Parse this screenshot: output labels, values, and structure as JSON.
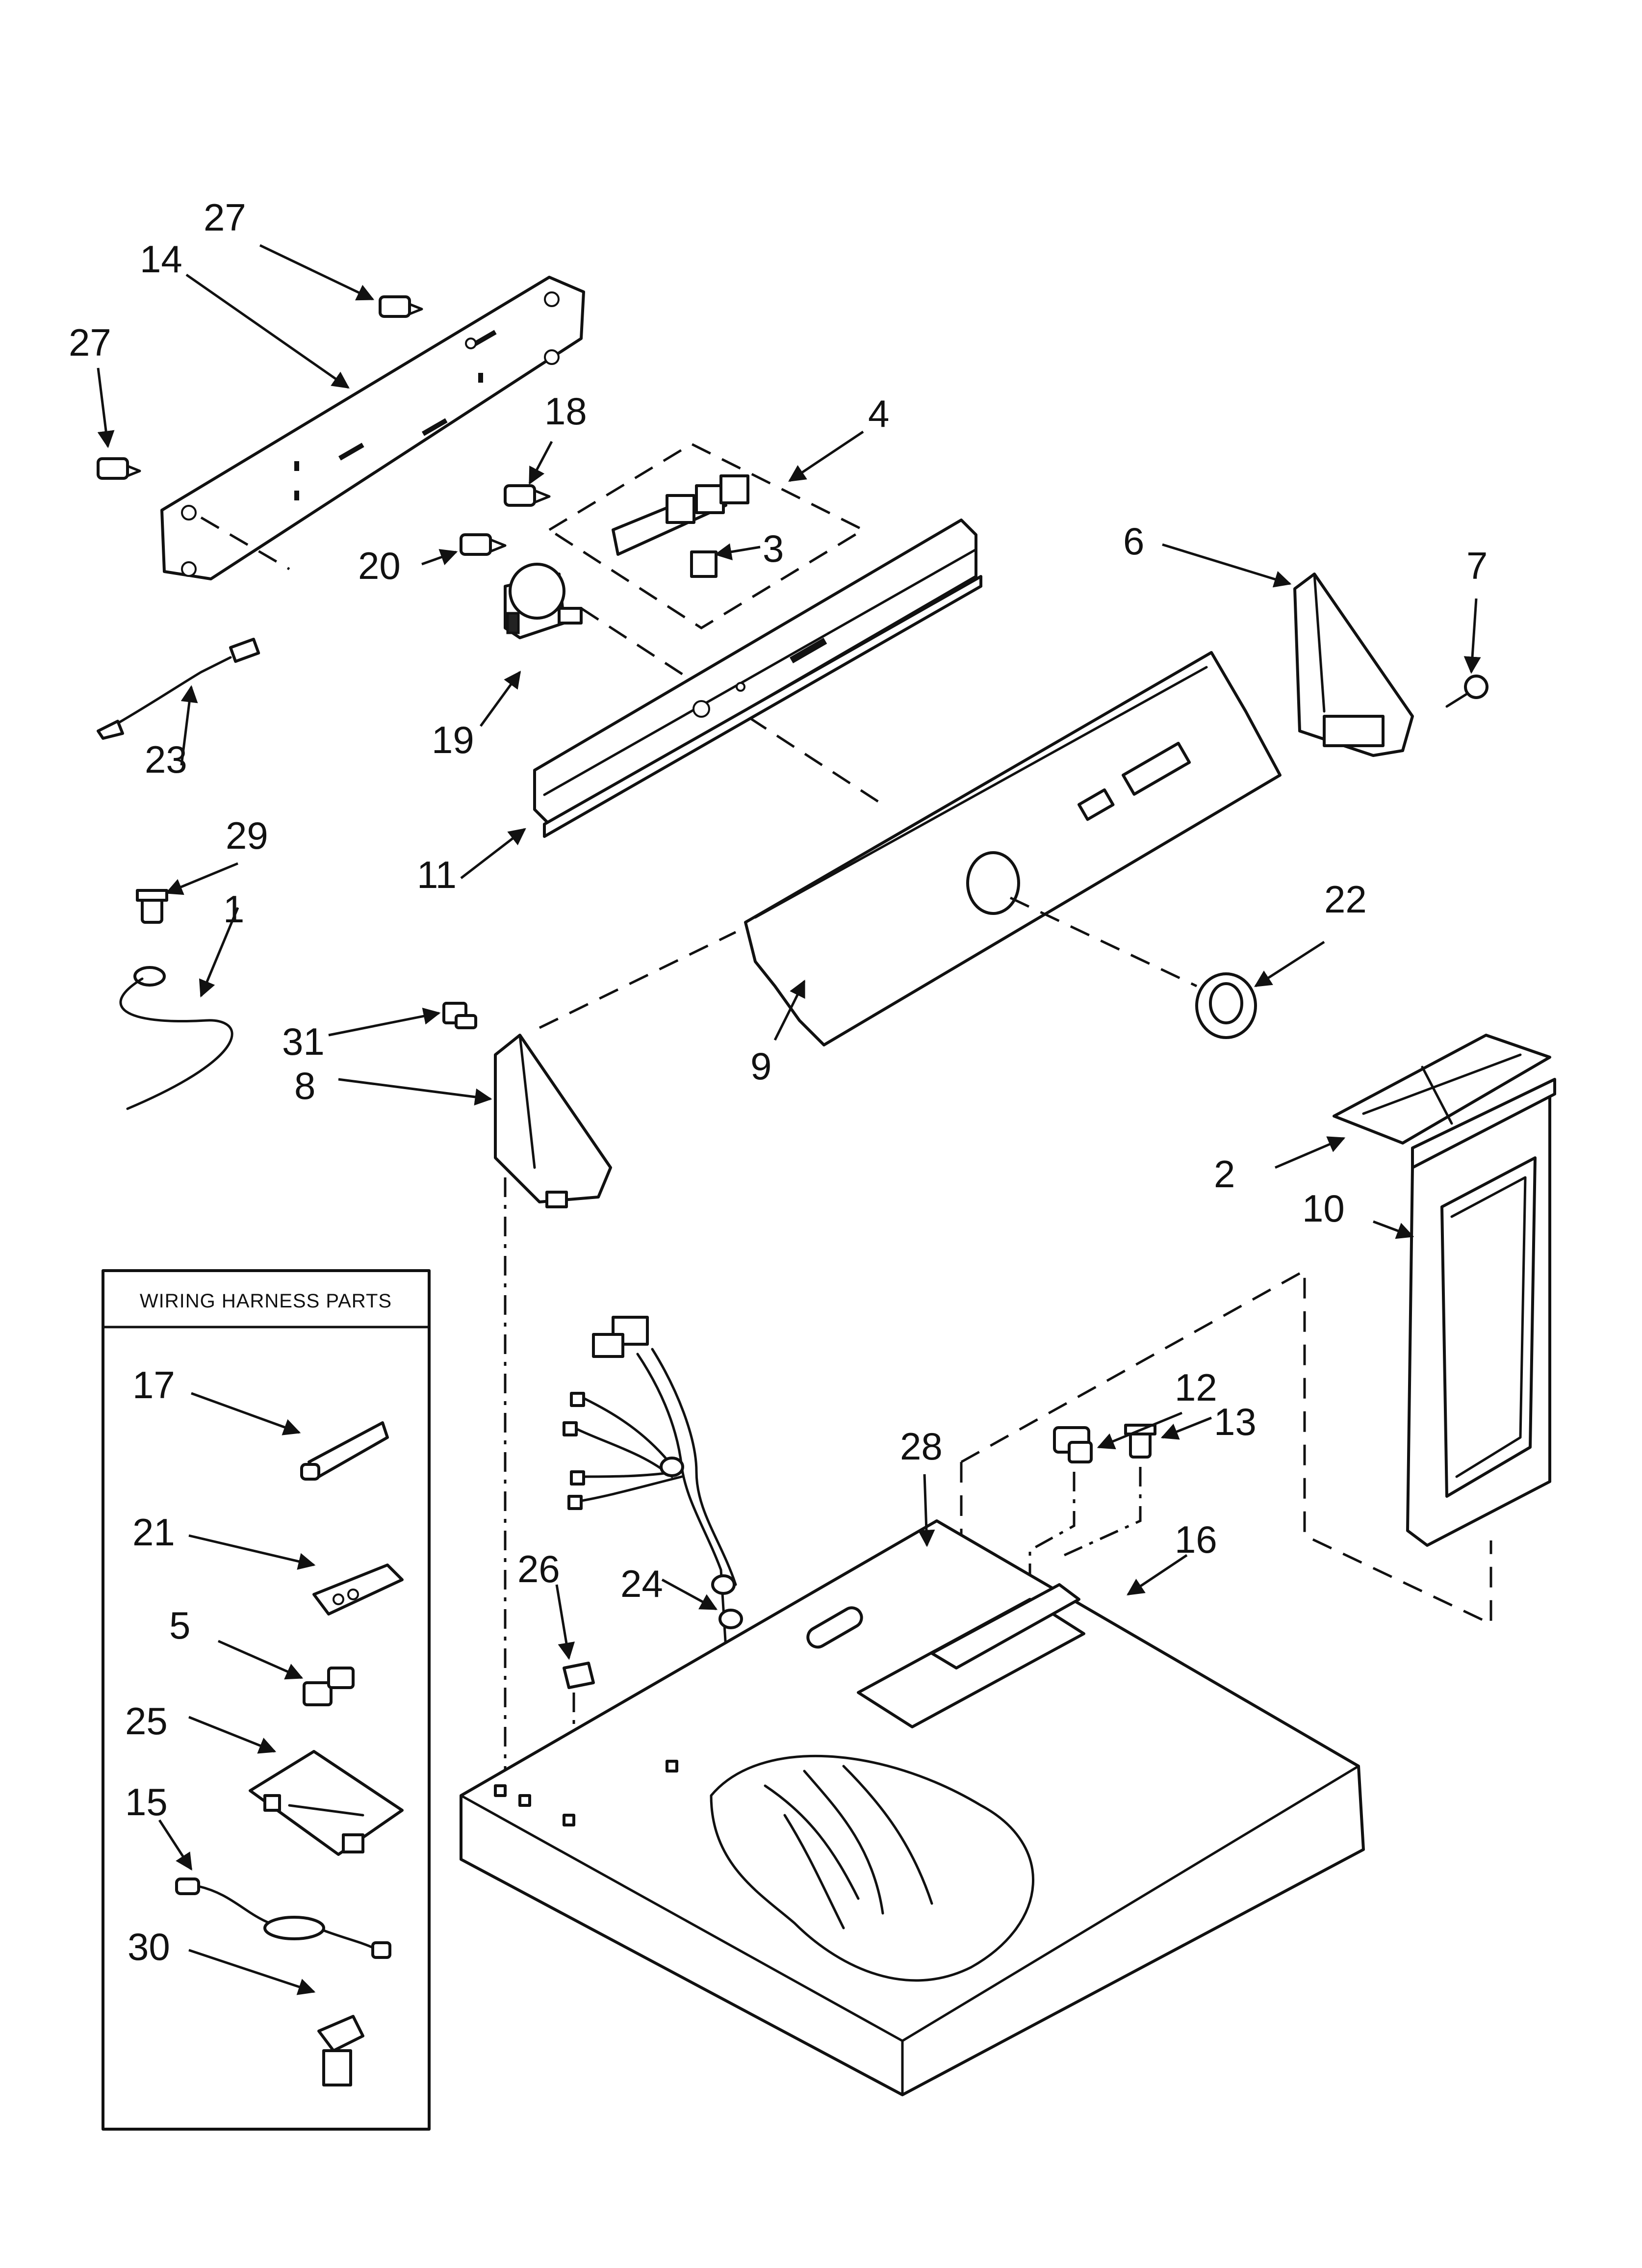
{
  "inset": {
    "title": "WIRING HARNESS PARTS"
  },
  "labels": {
    "p1": "1",
    "p2": "2",
    "p3": "3",
    "p4": "4",
    "p5": "5",
    "p6": "6",
    "p7": "7",
    "p8": "8",
    "p9": "9",
    "p10": "10",
    "p11": "11",
    "p12": "12",
    "p13": "13",
    "p14": "14",
    "p15": "15",
    "p16": "16",
    "p17": "17",
    "p18": "18",
    "p19": "19",
    "p20": "20",
    "p21": "21",
    "p22": "22",
    "p23": "23",
    "p24": "24",
    "p25": "25",
    "p26": "26",
    "p27a": "27",
    "p27b": "27",
    "p28": "28",
    "p29": "29",
    "p30": "30",
    "p31": "31"
  }
}
